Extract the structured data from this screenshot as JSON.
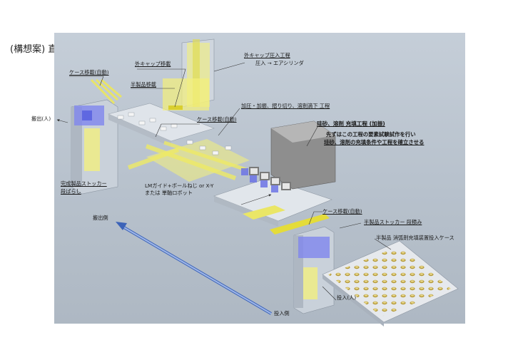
{
  "title": "(構想案) 直線搬送方式",
  "labels": {
    "outer_cap_move": "外キャップ移載",
    "outer_cap_press_line1": "外キャップ圧入工程",
    "outer_cap_press_line2": "圧入 → エアシリンダ",
    "case_move_top": "ケース移載(自動)",
    "semi_product_move": "半製品移載",
    "unload_in": "搬出(人)",
    "process_pressure": "加圧・加振、摺り切り、溶剤滴下 工程",
    "case_move_mid": "ケース移載(自動)",
    "silica_title": "珪砂、溶剤 充填工程 (加振)",
    "silica_note1": "先ずはこの工程の要素試験試作を行い",
    "silica_note2": "珪砂、溶剤の充填条件や工程を確立させる",
    "finished_stocker_line1": "完成製品ストッカー",
    "finished_stocker_line2": "段ばらし",
    "lm_guide_line1": "LMガイド+ボールねじ or X-Y",
    "lm_guide_line2": "または 単軸ロボット",
    "unload_side": "搬出側",
    "case_move_bottom": "ケース移載(自動)",
    "semi_stocker": "半製品ストッカー 段積み",
    "semi_case": "半製品 消弧剤充填装置投入ケース",
    "load_in": "投入(人)",
    "load_side": "投入側"
  }
}
